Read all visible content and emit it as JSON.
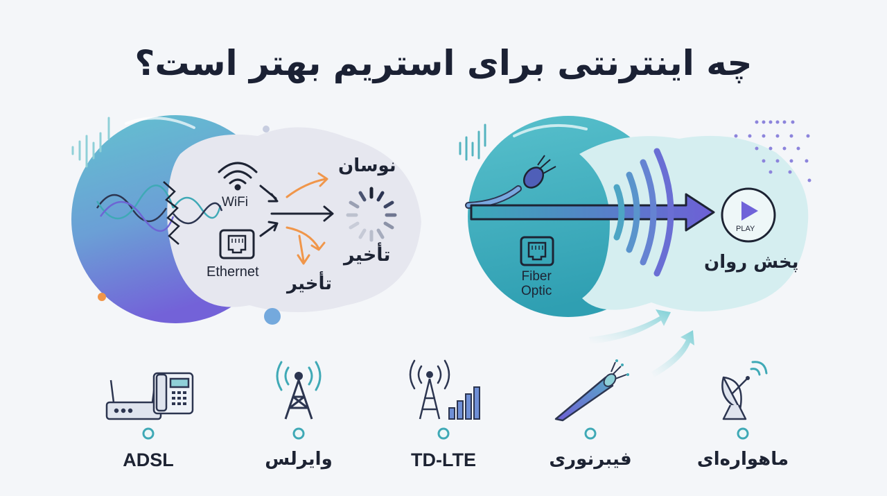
{
  "title": "چه اینترنتی برای استریم بهتر است؟",
  "left_panel": {
    "wifi_label": "WiFi",
    "ethernet_label": "Ethernet",
    "jitter_label": "نوسان",
    "delay_label_right": "تأخیر",
    "delay_label_bottom": "تأخیر"
  },
  "right_panel": {
    "fiber_label_line1": "Fiber",
    "fiber_label_line2": "Optic",
    "play_label": "PLAY",
    "smooth_label": "پخش روان"
  },
  "timeline": {
    "items": [
      {
        "label": "ADSL",
        "icon": "router-phone-icon"
      },
      {
        "label": "وایرلس",
        "icon": "wireless-tower-icon"
      },
      {
        "label": "TD-LTE",
        "icon": "lte-tower-signal-icon"
      },
      {
        "label": "فیبرنوری",
        "icon": "fiber-cable-icon"
      },
      {
        "label": "ماهواره‌ای",
        "icon": "satellite-dish-icon"
      }
    ]
  },
  "colors": {
    "teal": "#3fa9b6",
    "purple": "#6f63d9",
    "orange": "#f0964a",
    "navy": "#1d2333",
    "light_teal": "#d5eef0",
    "light_gray": "#e3e5ee"
  }
}
